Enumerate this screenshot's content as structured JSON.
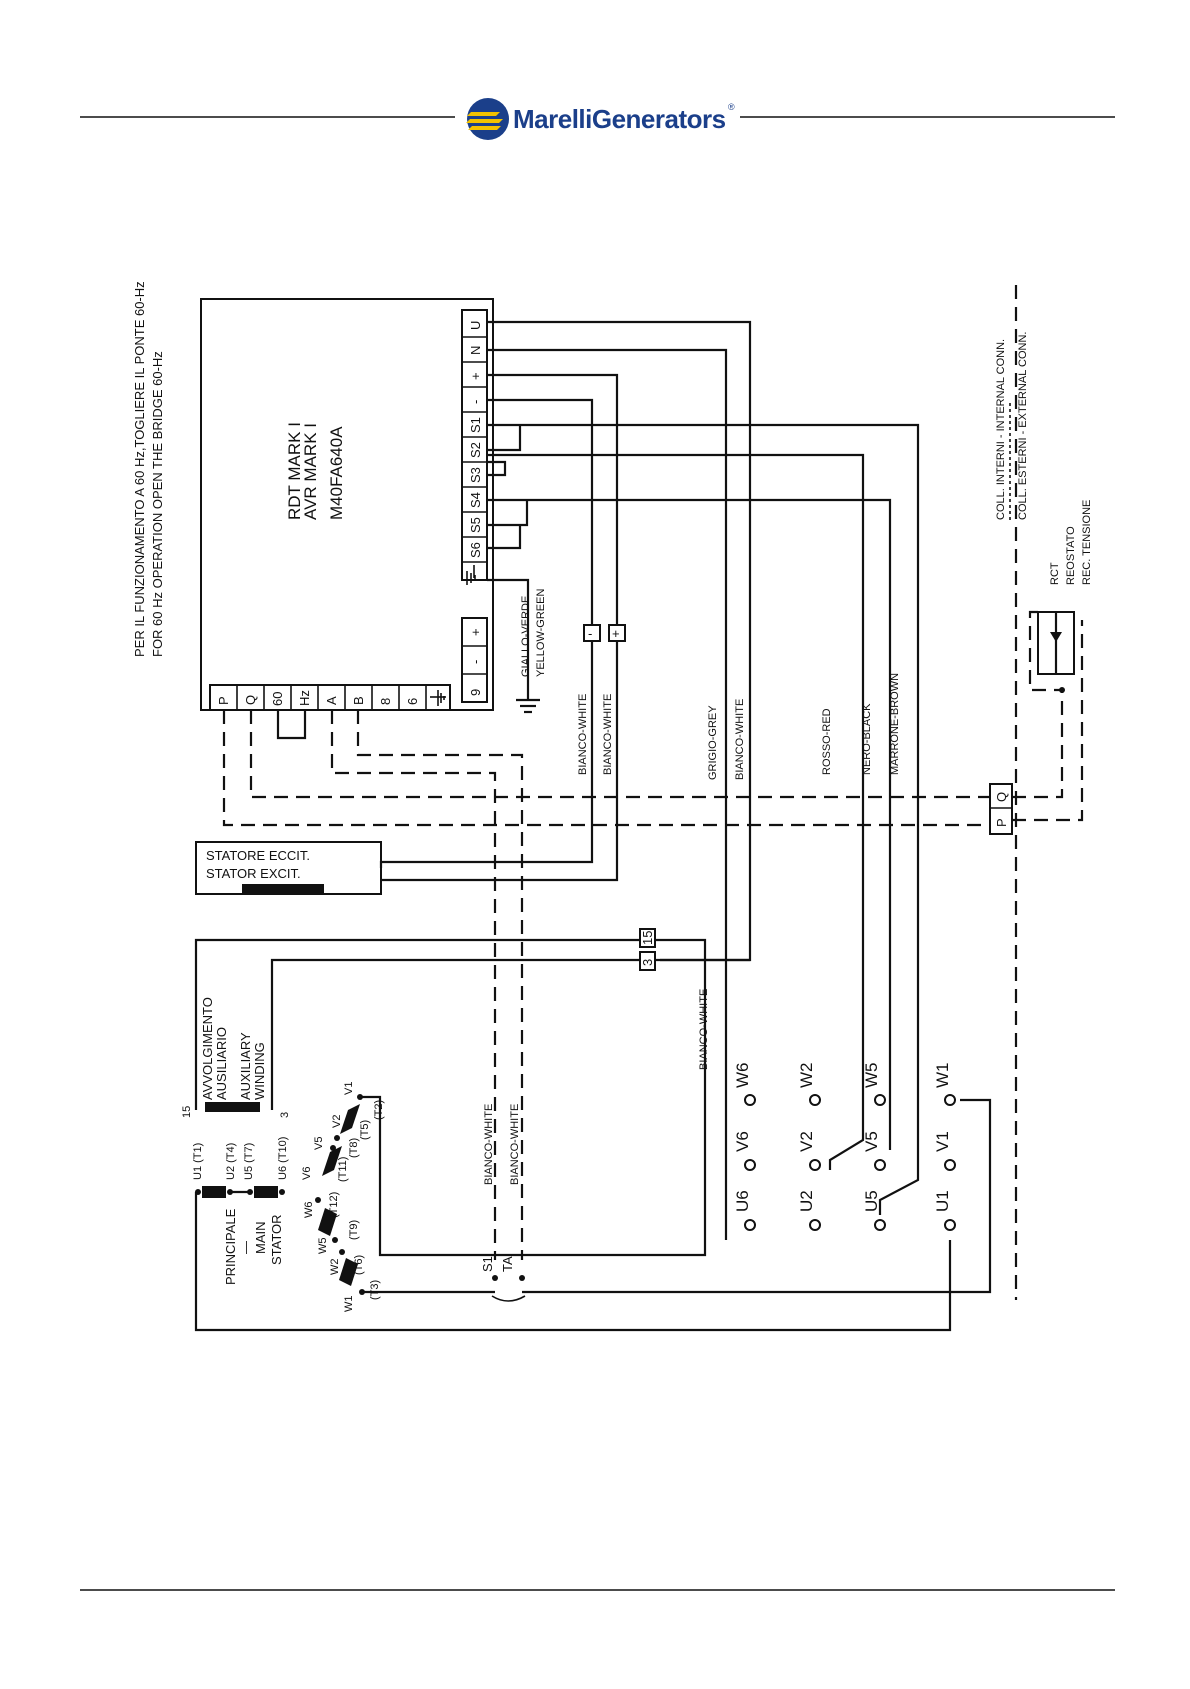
{
  "header": {
    "brand": "MarelliGenerators",
    "registered": "®",
    "brand_color": "#1b3f8a",
    "logo_accent": "#f2c200"
  },
  "note": {
    "line1": "PER IL FUNZIONAMENTO A 60 Hz,TOGLIERE IL PONTE 60-Hz",
    "line2": "FOR 60 Hz OPERATION OPEN THE BRIDGE 60-Hz"
  },
  "avr": {
    "line1": "RDT MARK I",
    "line2": "AVR MARK I",
    "line3": "M40FA640A",
    "top_terminals": [
      "U",
      "N",
      "+",
      "-",
      "S1",
      "S2",
      "S3",
      "S4",
      "S5",
      "S6"
    ],
    "left_terminals": [
      "P",
      "Q",
      "60",
      "Hz",
      "A",
      "B",
      "8",
      "6"
    ],
    "bottom_terminals": [
      "9",
      "-",
      "+"
    ]
  },
  "wires": {
    "giallo_verde": "GIALLO-VERDE",
    "yellow_green": "YELLOW-GREEN",
    "bianco_white": "BIANCO-WHITE",
    "grigio_grey": "GRIGIO-GREY",
    "rosso_red": "ROSSO-RED",
    "nero_black": "NERO-BLACK",
    "marrone_brown": "MARRONE-BROWN"
  },
  "exciter": {
    "line1": "STATORE ECCIT.",
    "line2": "STATOR EXCIT.",
    "minus": "-",
    "plus": "+"
  },
  "aux": {
    "it1": "AVVOLGIMENTO",
    "it2": "AUSILIARIO",
    "en1": "AUXILIARY",
    "en2": "WINDING",
    "t15": "15",
    "t3": "3"
  },
  "main": {
    "it": "PRINCIPALE",
    "dash": "—",
    "en1": "MAIN",
    "en2": "STATOR",
    "u1": "U1 (T1)",
    "u2": "U2 (T4)",
    "u5": "U5 (T7)",
    "u6": "U6 (T10)",
    "v1": "V1",
    "t2": "(T2)",
    "v2": "V2",
    "t5": "(T5)",
    "t8": "(T8)",
    "v5": "V5",
    "t11": "(T11)",
    "v6": "V6",
    "t12": "(T12)",
    "w6": "W6",
    "t9": "(T9)",
    "w5": "W5",
    "w2": "W2",
    "t6": "(T6)",
    "w1": "W1",
    "t3": "(T3)"
  },
  "ta": {
    "s1": "S1",
    "ta": "TA"
  },
  "terminals_grid": [
    "W6",
    "W2",
    "W5",
    "V6",
    "V2",
    "V5",
    "U6",
    "U2",
    "U5",
    "U1",
    "V1",
    "W1"
  ],
  "remote": {
    "p": "P",
    "q": "Q",
    "rct": "RCT",
    "reostato": "REOSTATO",
    "rec": "REC. TENSIONE"
  },
  "legend": {
    "internal": "COLL. INTERNI - INTERNAL CONN.",
    "external": "COLL. ESTERNI - EXTERNAL CONN."
  },
  "terminal_block": {
    "a": "3",
    "b": "15"
  }
}
